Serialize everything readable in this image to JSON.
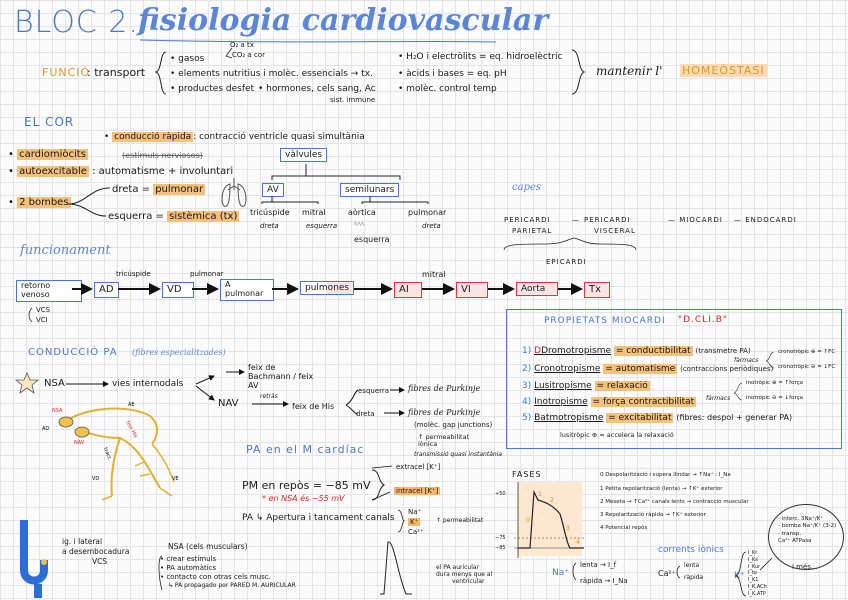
{
  "title": {
    "bloc": "BLOC 2.",
    "subject": "fisiologia cardiovascular"
  },
  "funcio": {
    "label": "FUNCIÓ",
    "transport": ": transport",
    "items": [
      "gasos",
      "elements nutritius i molèc. essencials → tx.",
      "productes desfet",
      "• hormones, cels sang, Ac"
    ],
    "gas_o2": "O₂ a tx",
    "gas_co2": "CO₂ a cor",
    "sist_immune": "sist. immune",
    "right_items": [
      "H₂O i electròlits = eq. hidroelèctric",
      "àcids i bases = eq. pH",
      "molèc. control temp"
    ],
    "mantenir": "mantenir l'",
    "homeostasi": "HOMEÒSTASI"
  },
  "el_cor": {
    "heading": "EL COR",
    "conduccio": "conducció ràpida",
    "conduccio_desc": ": contracció ventricle quasi simultània",
    "strike": "(estímuls nerviosos)",
    "cardiomiocits": "cardiomiòcits",
    "autoexcitable": "autoexcitable",
    "autoexcitable_desc": ": automatisme + involuntari",
    "bombes": "2 bombes",
    "dreta": "dreta =",
    "pulmonar": "pulmonar",
    "esquerra": "esquerra =",
    "sistemica": "sistèmica (tx)"
  },
  "valvules": {
    "title": "vàlvules",
    "av": "AV",
    "semilunars": "semilunars",
    "items": [
      "tricúspide",
      "mitral",
      "aòrtica",
      "pulmonar"
    ],
    "sides": [
      "dreta",
      "esquerra",
      "",
      "dreta"
    ],
    "esquerra_bottom": "esquerra"
  },
  "capes": {
    "title": "capes",
    "pericardi_parietal": [
      "PERICARDI",
      "PARIETAL"
    ],
    "pericardi_visceral": [
      "PERICARDI",
      "VISCERAL"
    ],
    "miocardi": "MIOCARDI",
    "endocardi": "ENDOCARDI",
    "epicardi": "EPICARDI"
  },
  "funcionament": {
    "heading": "funcionament",
    "nodes": [
      "retorno venoso",
      "AD",
      "VD",
      "A pulmonar",
      "pulmones",
      "AI",
      "VI",
      "Aorta",
      "Tx"
    ],
    "tricuspide": "tricúspide",
    "pulmonar": "pulmonar",
    "mitral": "mitral",
    "vcs": "VCS",
    "vci": "VCI"
  },
  "propietats": {
    "title": "PROPIETATS MIOCARDI",
    "acronym": "\"D.CLI.B\"",
    "rows": [
      {
        "n": "1)",
        "name": "Dromotropisme",
        "eq": "= conductibilitat",
        "extra": "(transmetre PA)"
      },
      {
        "n": "2)",
        "name": "Cronotropisme",
        "eq": "= automatisme",
        "extra": "(contraccions periòdiques)"
      },
      {
        "n": "3)",
        "name": "Lusitropisme",
        "eq": "= relaxació",
        "extra": ""
      },
      {
        "n": "4)",
        "name": "Inotropisme",
        "eq": "= força contractibilitat",
        "extra": ""
      },
      {
        "n": "5)",
        "name": "Batmotropisme",
        "eq": "= excitabilitat",
        "extra": "(fibres: despol + generar PA)"
      }
    ],
    "farmacs1": "fàrmacs",
    "farmacs2": "fàrmacs",
    "cron_pos": "cronotròpic ⊕ = ↑FC",
    "cron_neg": "cronotròpic ⊖ = ↓FC",
    "ino_pos": "inotròpic ⊕ = ↑força",
    "ino_neg": "inotròpic ⊖ = ↓força",
    "lusi": "lusitròpic ⊕ = accelera la relaxació"
  },
  "conduccio_pa": {
    "heading": "CONDUCCIÓ PA",
    "sub": "(fibres especialitzades)",
    "nsa": "NSA",
    "vies": "vies internodals",
    "nav": "NAV",
    "feix_bach": "feix de Bachmann / feix AV",
    "retras": "retràs",
    "feix_his": "feix de His",
    "esquerra": "esquerra",
    "dreta": "dreta",
    "purkinje1": "fibres de Purkinje",
    "purkinje2": "fibres de Purkinje",
    "gap": "(molèc. gap junctions)",
    "perm": "↑ permeabilitat iònica",
    "trans": "transmissió quasi instantània",
    "heart_labels": [
      "NSA",
      "AD",
      "NAV",
      "AE",
      "VD",
      "VE",
      "feix His",
      "tract."
    ]
  },
  "pa_cardiac": {
    "heading": "PA en el M cardíac",
    "repos": "PM en repòs = −85 mV",
    "nsa": "* en NSA és −55 mV",
    "extra": "extracel [K⁺]",
    "intra": "intracel [K⁺]",
    "pa_line": "PA ↳ Apertura i tancament canals",
    "ions": [
      "Na⁺",
      "K⁺",
      "Ca²⁺"
    ],
    "perm": "↑ permeabilitat"
  },
  "fases": {
    "title": "FASES",
    "items": [
      "0 Despolarització i supera llindar → ↑Na⁺ : I_Na",
      "1 Petita repolarització (lenta) → ↑K⁺ exterior",
      "2 Meseta → ↑Ca²⁺ canals lents → contracció muscular",
      "3 Repolarització ràpida → ↑K⁺ exterior",
      "4 Potencial repòs"
    ],
    "axis": [
      "+50",
      "−75",
      "−85"
    ],
    "curve_labels": [
      "0",
      "1",
      "2",
      "3",
      "4"
    ],
    "na_lenta": "lenta → I_f",
    "na_rapida": "ràpida → I_Na",
    "na": "Na⁺"
  },
  "corrents": {
    "title": "corrents iònics",
    "ca": "Ca²⁺",
    "ca_lenta": "lenta",
    "ca_rapida": "ràpida",
    "k": "K⁺",
    "k_items": [
      "I_Kr",
      "I_Ks",
      "I_Kur",
      "I_to",
      "I_K1",
      "I_K,ACh",
      "I_K,ATP"
    ],
    "bubble": [
      "- interc. 3Na⁺/K⁺",
      "- bomba Na⁺/K⁺ (3-2)",
      "- transp.",
      "Ca²⁺ ATPasa"
    ],
    "i_mes": "i més..."
  },
  "bottom": {
    "left": [
      "ig. i lateral",
      "a desembocadura",
      "VCS"
    ],
    "nsa_head": "NSA (cels musculars)",
    "nsa_items": [
      "crear estímuls",
      "PA automàtics",
      "contacto con otras cels musc.",
      "↳ PA propagado por PARED M. AURICULAR"
    ],
    "pa_auricular": [
      "el PA auricular",
      "dura menys que al",
      "ventricular"
    ]
  }
}
